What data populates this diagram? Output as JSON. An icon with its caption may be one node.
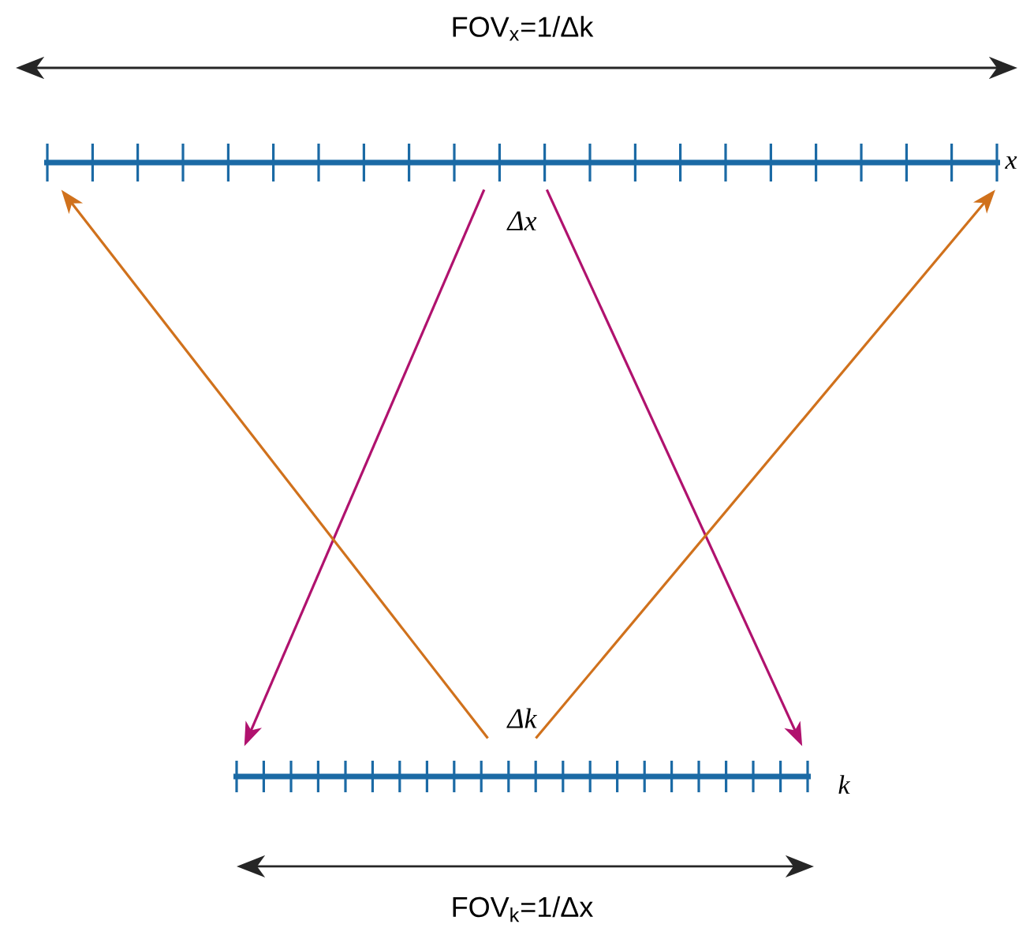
{
  "diagram": {
    "nodes": [
      {
        "text": [],
        "shape": "bar",
        "beside": [
          "x"
        ]
      },
      {
        "text": [],
        "shape": "bar",
        "beside": [
          "k"
        ]
      }
    ],
    "edges": [
      {
        "from": 0,
        "to": 1,
        "arrow": "to",
        "color": "#b0126e"
      },
      {
        "from": 0,
        "to": 1,
        "arrow": "to",
        "color": "#b0126e"
      },
      {
        "from": 1,
        "to": 0,
        "arrow": "to",
        "color": "#d0711c"
      },
      {
        "from": 1,
        "to": 0,
        "arrow": "to",
        "color": "#d0711c"
      }
    ],
    "labels": [
      "FOV$_{x}$=1/Δk",
      "Δx",
      "Δk",
      "FOV$_{k}$=1/Δx"
    ]
  }
}
